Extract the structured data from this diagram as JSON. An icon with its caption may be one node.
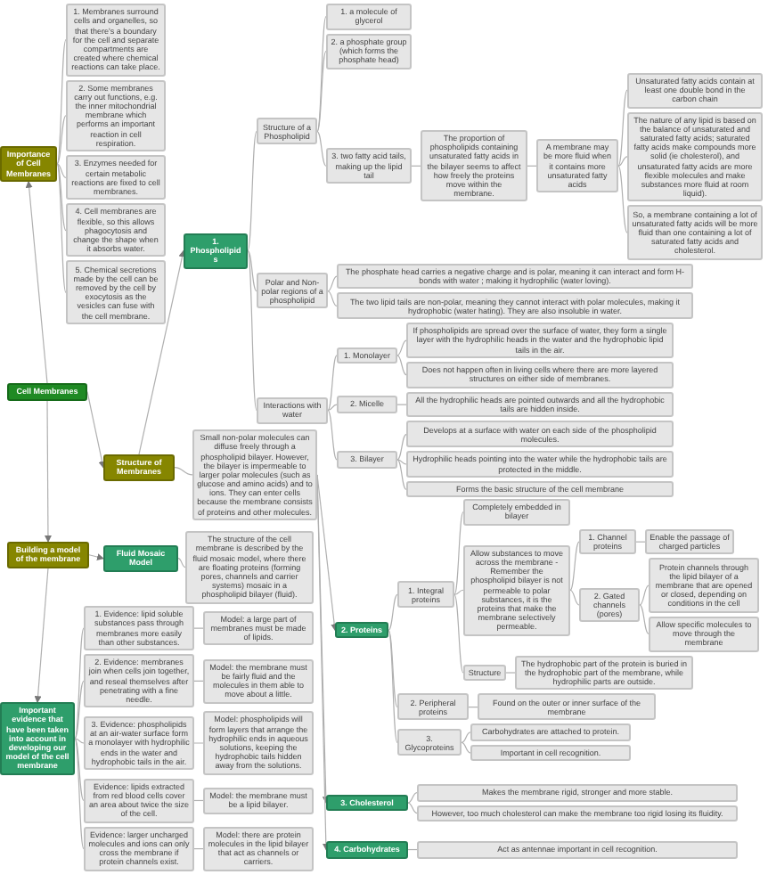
{
  "diagram": {
    "nodes": [
      {
        "text": [
          "Cell Membranes"
        ]
      },
      {
        "text": [
          "Importance of Cell Membranes"
        ]
      },
      {
        "text": [
          "1. Membranes surround cells and organelles, so that there's a boundary for the cell and separate compartments are created where chemical reactions can take place."
        ]
      },
      {
        "text": [
          "2. Some membranes carry out functions, e.g. the inner mitochondrial membrane which performs an important reaction in cell respiration."
        ]
      },
      {
        "text": [
          "3. Enzymes needed for certain metabolic reactions are fixed to cell membranes."
        ]
      },
      {
        "text": [
          "4. Cell membranes are flexible, so this allows phagocytosis and change the shape when it absorbs water."
        ]
      },
      {
        "text": [
          "5. Chemical secretions made by the cell can be removed by the cell by exocytosis as the vesicles can fuse with the cell membrane."
        ]
      },
      {
        "text": [
          "Structure of Membranes"
        ]
      },
      {
        "text": [
          "Small non-polar molecules can diffuse freely through a phospholipid bilayer. However, the bilayer is impermeable to larger polar molecules (such as glucose and amino acids) and to ions. They can enter cells because the membrane consists of proteins and other molecules."
        ]
      },
      {
        "text": [
          "1. Phospholipids"
        ]
      },
      {
        "text": [
          "Structure of a Phospholipid"
        ]
      },
      {
        "text": [
          "1. a molecule of glycerol"
        ]
      },
      {
        "text": [
          "2. a phosphate group (which forms the phosphate head)"
        ]
      },
      {
        "text": [
          "3. two fatty acid tails, making up the lipid tail"
        ]
      },
      {
        "text": [
          "The proportion of phospholipids containing unsaturated fatty acids in the bilayer seems to affect how freely the proteins move within the membrane."
        ]
      },
      {
        "text": [
          "A membrane may be more fluid when it contains more unsaturated fatty acids"
        ]
      },
      {
        "text": [
          "Unsaturated fatty acids contain at least one double bond in the carbon chain"
        ]
      },
      {
        "text": [
          "The nature of any lipid is based on the balance of unsaturated and saturated fatty acids; saturated fatty acids make compounds more solid (ie cholesterol), and unsaturated fatty acids are more flexible molecules and make substances more fluid at room liquid)."
        ]
      },
      {
        "text": [
          "So, a membrane containing a lot of unsaturated fatty acids will be more fluid than one containing a lot of saturated fatty acids and cholesterol."
        ]
      },
      {
        "text": [
          "Polar and Non-polar regions of a phospholipid"
        ]
      },
      {
        "text": [
          "The phosphate head carries a negative charge and is polar, meaning it can interact and form H-bonds with water ; making it hydrophilic (water loving)."
        ]
      },
      {
        "text": [
          "The two lipid tails are non-polar, meaning they cannot interact with polar molecules, making it hydrophobic (water hating). They are also insoluble in water."
        ]
      },
      {
        "text": [
          "Interactions with water"
        ]
      },
      {
        "text": [
          "1. Monolayer"
        ]
      },
      {
        "text": [
          "If phospholipids are spread over the surface of water, they form a single layer with the hydrophilic heads in the water and the hydrophobic lipid tails in the air."
        ]
      },
      {
        "text": [
          "Does not happen often in living cells where there are more layered structures on either side of membranes."
        ]
      },
      {
        "text": [
          "2. Micelle"
        ]
      },
      {
        "text": [
          "All the hydrophilic heads are pointed outwards and all the hydrophobic tails are hidden inside."
        ]
      },
      {
        "text": [
          "3. Bilayer"
        ]
      },
      {
        "text": [
          "Develops at a surface with water on each side of the phospholipid molecules."
        ]
      },
      {
        "text": [
          "Hydrophilic heads pointing into the water while the hydrophobic tails are protected in the middle."
        ]
      },
      {
        "text": [
          "Forms the basic structure of the cell membrane"
        ]
      },
      {
        "text": [
          "2. Proteins"
        ]
      },
      {
        "text": [
          "1. Integral proteins"
        ]
      },
      {
        "text": [
          "Completely embedded in bilayer"
        ]
      },
      {
        "text": [
          "Allow substances to move across the membrane - Remember the phospholipid bilayer is not permeable to polar substances, it is the proteins that make the membrane selectively permeable."
        ]
      },
      {
        "text": [
          "1. Channel proteins"
        ]
      },
      {
        "text": [
          "Enable the passage of charged particles"
        ]
      },
      {
        "text": [
          "2. Gated channels (pores)"
        ]
      },
      {
        "text": [
          "Protein channels through the lipid bilayer of a membrane that are opened or closed, depending on conditions in the cell"
        ]
      },
      {
        "text": [
          "Allow specific molecules to move through the membrane"
        ]
      },
      {
        "text": [
          "Structure"
        ]
      },
      {
        "text": [
          "The hydrophobic part of the protein is buried in the hydrophobic part of the membrane, while hydrophilic parts are outside."
        ]
      },
      {
        "text": [
          "2. Peripheral proteins"
        ]
      },
      {
        "text": [
          "Found on the outer or inner surface of the membrane"
        ]
      },
      {
        "text": [
          "3. Glycoproteins"
        ]
      },
      {
        "text": [
          "Carbohydrates are attached to protein."
        ]
      },
      {
        "text": [
          "Important in cell recognition."
        ]
      },
      {
        "text": [
          "3. Cholesterol"
        ]
      },
      {
        "text": [
          "Makes the membrane rigid, stronger and more stable."
        ]
      },
      {
        "text": [
          "However, too much cholesterol can make the membrane too rigid losing its fluidity."
        ]
      },
      {
        "text": [
          "4. Carbohydrates"
        ]
      },
      {
        "text": [
          "Act as antennae important in cell recognition."
        ]
      },
      {
        "text": [
          "Building a model of the membrane"
        ]
      },
      {
        "text": [
          "Fluid Mosaic Model"
        ]
      },
      {
        "text": [
          "The structure of the cell membrane is described by the fluid mosaic model, where there are floating proteins (forming pores, channels and carrier systems) mosaic in a phospholipid bilayer (fluid)."
        ]
      },
      {
        "text": [
          "Important evidence that have been taken into account in developing our model of the cell membrane"
        ]
      },
      {
        "text": [
          "1. Evidence: lipid soluble substances pass through membranes more easily than other substances."
        ]
      },
      {
        "text": [
          "Model: a large part of membranes must be made of lipids."
        ]
      },
      {
        "text": [
          "2. Evidence: membranes join when cells join together, and reseal themselves after penetrating with a fine needle."
        ]
      },
      {
        "text": [
          "Model: the membrane must be fairly fluid and the molecules in them able to move about a little."
        ]
      },
      {
        "text": [
          "3. Evidence: phospholipids at an air-water surface form a monolayer with hydrophilic ends in the water and hydrophobic tails in the air."
        ]
      },
      {
        "text": [
          "Model: phospholipids will form layers that arrange the hydrophilic ends in aqueous solutions, keeping the hydrophobic tails hidden away from the solutions."
        ]
      },
      {
        "text": [
          "Evidence: lipids extracted from red blood cells cover an area about twice the size of the cell."
        ]
      },
      {
        "text": [
          "Model: the membrane must be a lipid bilayer."
        ]
      },
      {
        "text": [
          "Evidence: larger uncharged molecules and ions can only cross the membrane if protein channels exist."
        ]
      },
      {
        "text": [
          "Model: there are protein molecules in the lipid bilayer that act as channels or carriers."
        ]
      }
    ],
    "edges": [
      {
        "from": 0,
        "to": 1,
        "arrow": "to"
      },
      {
        "from": 0,
        "to": 7,
        "arrow": "to"
      },
      {
        "from": 0,
        "to": 53,
        "arrow": "to"
      },
      {
        "from": 1,
        "to": 2,
        "arrow": "none"
      },
      {
        "from": 1,
        "to": 3,
        "arrow": "none"
      },
      {
        "from": 1,
        "to": 4,
        "arrow": "none"
      },
      {
        "from": 1,
        "to": 5,
        "arrow": "none"
      },
      {
        "from": 1,
        "to": 6,
        "arrow": "none"
      },
      {
        "from": 7,
        "to": 8,
        "arrow": "none"
      },
      {
        "from": 7,
        "to": 9,
        "arrow": "to"
      },
      {
        "from": 8,
        "to": 32,
        "arrow": "to"
      },
      {
        "from": 8,
        "to": 48,
        "arrow": "to"
      },
      {
        "from": 8,
        "to": 51,
        "arrow": "to"
      },
      {
        "from": 9,
        "to": 10,
        "arrow": "none"
      },
      {
        "from": 9,
        "to": 19,
        "arrow": "none"
      },
      {
        "from": 9,
        "to": 22,
        "arrow": "none"
      },
      {
        "from": 10,
        "to": 11,
        "arrow": "none"
      },
      {
        "from": 10,
        "to": 12,
        "arrow": "none"
      },
      {
        "from": 10,
        "to": 13,
        "arrow": "none"
      },
      {
        "from": 13,
        "to": 14,
        "arrow": "none"
      },
      {
        "from": 14,
        "to": 15,
        "arrow": "none"
      },
      {
        "from": 15,
        "to": 16,
        "arrow": "none"
      },
      {
        "from": 15,
        "to": 17,
        "arrow": "none"
      },
      {
        "from": 15,
        "to": 18,
        "arrow": "none"
      },
      {
        "from": 19,
        "to": 20,
        "arrow": "none"
      },
      {
        "from": 19,
        "to": 21,
        "arrow": "none"
      },
      {
        "from": 22,
        "to": 23,
        "arrow": "none"
      },
      {
        "from": 22,
        "to": 26,
        "arrow": "none"
      },
      {
        "from": 22,
        "to": 28,
        "arrow": "none"
      },
      {
        "from": 23,
        "to": 24,
        "arrow": "none"
      },
      {
        "from": 23,
        "to": 25,
        "arrow": "none"
      },
      {
        "from": 26,
        "to": 27,
        "arrow": "none"
      },
      {
        "from": 28,
        "to": 29,
        "arrow": "none"
      },
      {
        "from": 28,
        "to": 30,
        "arrow": "none"
      },
      {
        "from": 28,
        "to": 31,
        "arrow": "none"
      },
      {
        "from": 32,
        "to": 33,
        "arrow": "none"
      },
      {
        "from": 32,
        "to": 43,
        "arrow": "none"
      },
      {
        "from": 32,
        "to": 45,
        "arrow": "none"
      },
      {
        "from": 33,
        "to": 34,
        "arrow": "none"
      },
      {
        "from": 33,
        "to": 35,
        "arrow": "none"
      },
      {
        "from": 33,
        "to": 41,
        "arrow": "none"
      },
      {
        "from": 35,
        "to": 36,
        "arrow": "none"
      },
      {
        "from": 35,
        "to": 38,
        "arrow": "none"
      },
      {
        "from": 36,
        "to": 37,
        "arrow": "none"
      },
      {
        "from": 38,
        "to": 39,
        "arrow": "none"
      },
      {
        "from": 38,
        "to": 40,
        "arrow": "none"
      },
      {
        "from": 41,
        "to": 42,
        "arrow": "none"
      },
      {
        "from": 43,
        "to": 44,
        "arrow": "none"
      },
      {
        "from": 45,
        "to": 46,
        "arrow": "none"
      },
      {
        "from": 45,
        "to": 47,
        "arrow": "none"
      },
      {
        "from": 48,
        "to": 49,
        "arrow": "none"
      },
      {
        "from": 48,
        "to": 50,
        "arrow": "none"
      },
      {
        "from": 51,
        "to": 52,
        "arrow": "none"
      },
      {
        "from": 53,
        "to": 54,
        "arrow": "to"
      },
      {
        "from": 53,
        "to": 56,
        "arrow": "to"
      },
      {
        "from": 54,
        "to": 55,
        "arrow": "none"
      },
      {
        "from": 56,
        "to": 57,
        "arrow": "none"
      },
      {
        "from": 56,
        "to": 59,
        "arrow": "none"
      },
      {
        "from": 56,
        "to": 61,
        "arrow": "none"
      },
      {
        "from": 56,
        "to": 63,
        "arrow": "none"
      },
      {
        "from": 56,
        "to": 65,
        "arrow": "none"
      },
      {
        "from": 57,
        "to": 58,
        "arrow": "none"
      },
      {
        "from": 59,
        "to": 60,
        "arrow": "none"
      },
      {
        "from": 61,
        "to": 62,
        "arrow": "none"
      },
      {
        "from": 63,
        "to": 64,
        "arrow": "none"
      },
      {
        "from": 65,
        "to": 66,
        "arrow": "none"
      }
    ]
  }
}
